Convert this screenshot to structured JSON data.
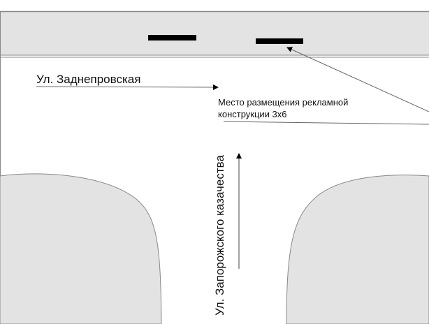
{
  "streets": {
    "top": "Ул. Заднепровская",
    "vertical": "Ул. Запорожского казачества"
  },
  "annotation": {
    "line1": "Место размещения рекламной",
    "line2": "конструкции 3х6"
  },
  "colors": {
    "road_side": "#e3e3e3",
    "line": "#666666",
    "billboard": "#000000"
  }
}
